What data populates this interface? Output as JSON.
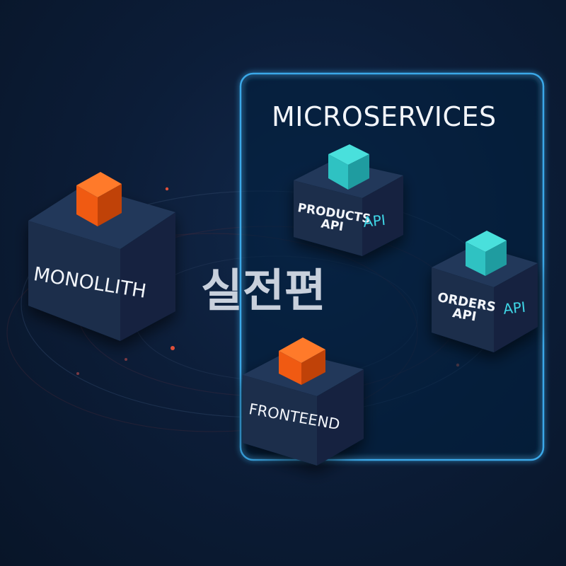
{
  "diagram": {
    "panel_title": "MICROSERVICES",
    "center_title": "실전편",
    "nodes": {
      "monolith": {
        "label": "MONOLLITH"
      },
      "products": {
        "label": "PRODUCTS\nAPI",
        "tag": "API"
      },
      "orders": {
        "label": "ORDERS\nAPI",
        "tag": "API"
      },
      "frontend": {
        "label": "FRONTEEND"
      }
    }
  },
  "colors": {
    "background": "#0c1d38",
    "panel_border": "#3aa8e8",
    "block_face": "#1b2f4d",
    "orange_cube": "#f05a12",
    "teal_cube": "#2fc2c2",
    "label_text": "#f2f5fa",
    "api_accent": "#3fd6e6",
    "center_title": "#c8d0dc"
  }
}
